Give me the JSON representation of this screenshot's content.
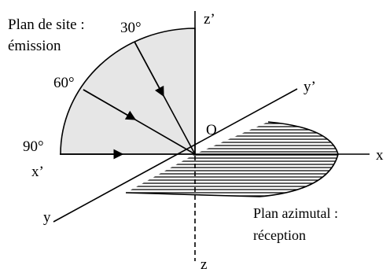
{
  "labels": {
    "elevation_plane_line1": "Plan de site :",
    "elevation_plane_line2": "émission",
    "azimuth_plane_line1": "Plan azimutal :",
    "azimuth_plane_line2": "réception",
    "angle_30": "30°",
    "angle_60": "60°",
    "angle_90": "90°",
    "origin": "O",
    "axis_z_prime": "z’",
    "axis_z": "z",
    "axis_x": "x",
    "axis_x_prime": "x’",
    "axis_y": "y",
    "axis_y_prime": "y’"
  },
  "colors": {
    "quarter_disc_fill": "#e6e6e6",
    "hatch_stroke": "#000000",
    "line": "#000000"
  }
}
